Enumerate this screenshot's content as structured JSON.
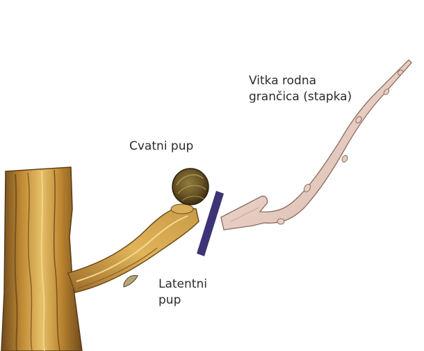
{
  "labels": {
    "flower_bud": "Cvatni pup",
    "spur_line1": "Vitka rodna",
    "spur_line2": "grančica (stapka)",
    "latent_line1": "Latentni",
    "latent_line2": "pup"
  },
  "colors": {
    "background": "#ffffff",
    "label_text": "#2e2a2b",
    "cut_marker": "#3c3477",
    "wood_light": "#e2b75a",
    "wood_mid": "#b9832f",
    "wood_dark": "#6e4a1c",
    "spur_bark": "#efd8cf",
    "spur_outline": "#8a6a5e",
    "bud_dark": "#5d4a22",
    "bud_light": "#8f7b3c"
  },
  "icons": {
    "trunk": "tree-trunk",
    "branch": "wood-branch",
    "flower_bud": "flower-bud",
    "latent_bud": "latent-bud",
    "cut_marker": "pruning-cut-bar",
    "spur": "fruiting-spur-twig"
  }
}
